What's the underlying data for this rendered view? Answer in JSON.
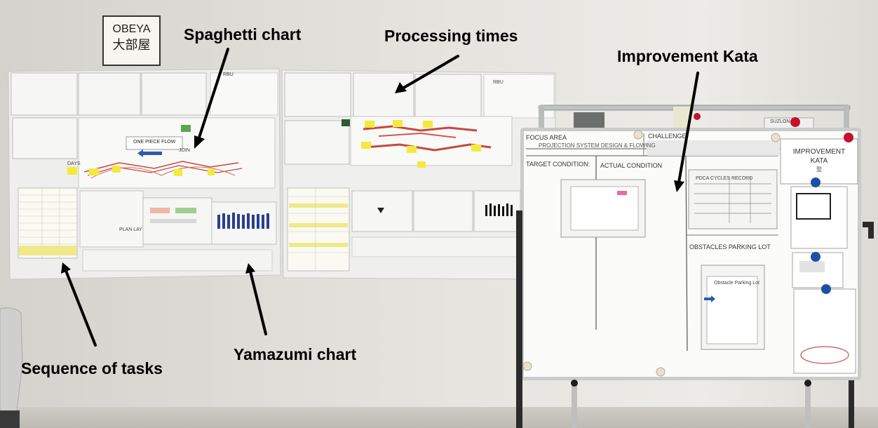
{
  "labels": {
    "spaghetti": "Spaghetti chart",
    "processing": "Processing times",
    "kata": "Improvement Kata",
    "sequence": "Sequence of tasks",
    "yamazumi": "Yamazumi chart"
  },
  "sign": {
    "line1": "OBEYA",
    "line2": "大部屋"
  },
  "charts": {
    "one_piece_flow": "ONE PIECE FLOW",
    "join": "JOIN",
    "days": "DAYS",
    "rbu_left": "RBU",
    "rbu_right": "RBU",
    "plan_lay": "PLAN LAY"
  },
  "whiteboard": {
    "focus_area": "FOCUS AREA",
    "focus_value": "PROJECTION SYSTEM DESIGN & FLOWING",
    "challenge": "CHALLENGE",
    "target": "TARGET CONDITION:",
    "actual": "ACTUAL CONDITION",
    "pdca": "PDCA CYCLES RECORD",
    "obstacles": "OBSTACLES PARKING LOT",
    "kata_card_line1": "IMPROVEMENT",
    "kata_card_line2": "KATA",
    "kata_card_line3": "型",
    "parking_sheet": "Obstacle Parking Lot",
    "brand": "SUZLON"
  },
  "colors": {
    "wall": "#dcdad5",
    "paper": "#f2f2f2",
    "whiteboard": "#fbfbfa",
    "magnet_red": "#c8102e",
    "magnet_blue": "#1f4fa3",
    "flow_red": "#c8473d",
    "sticky": "#f4ea3b"
  }
}
